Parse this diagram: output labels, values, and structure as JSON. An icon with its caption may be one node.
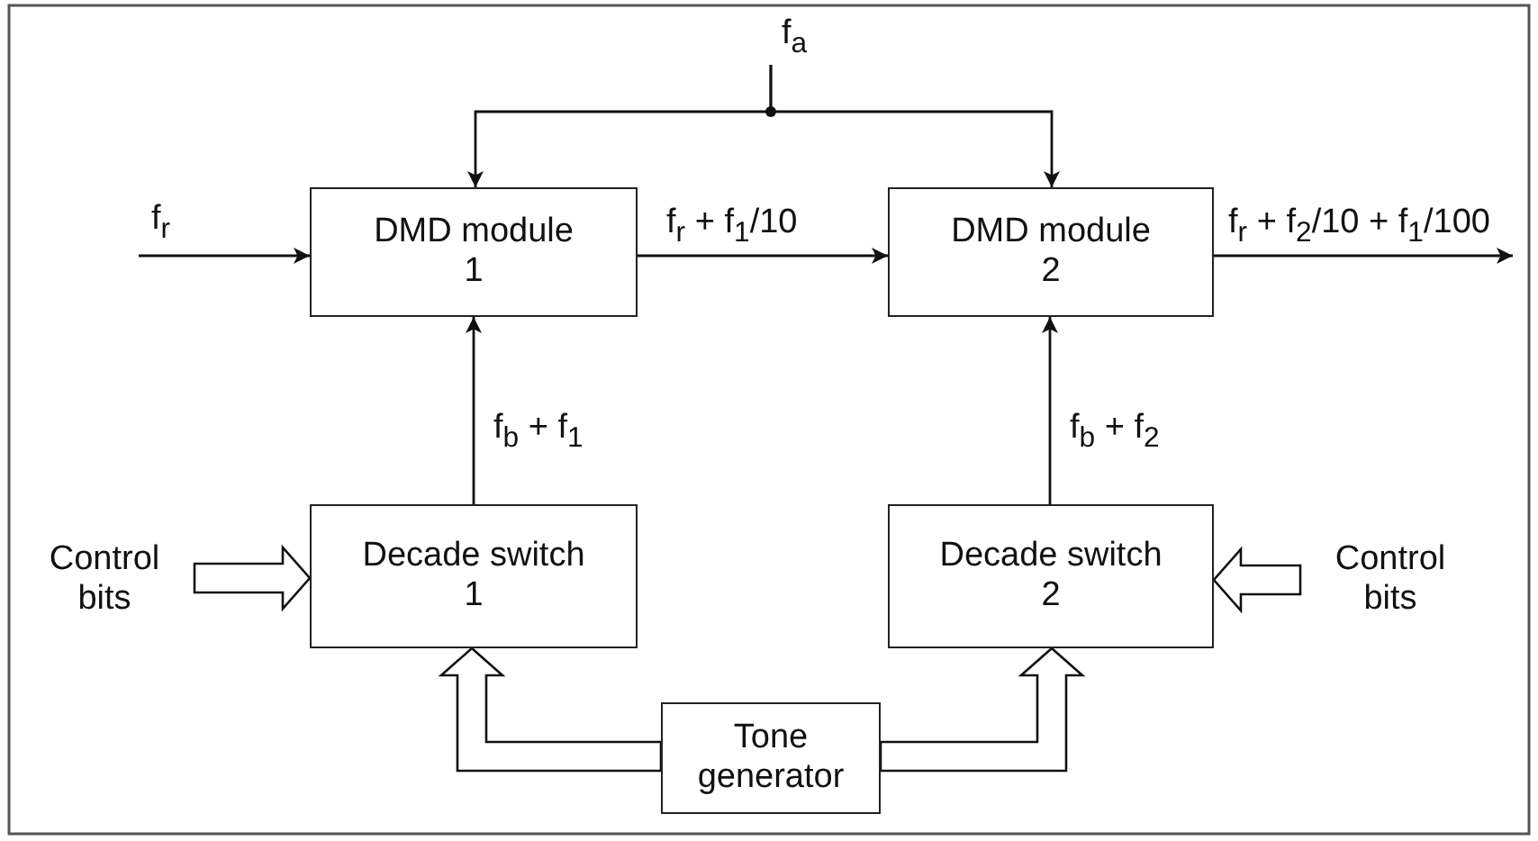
{
  "diagram": {
    "nodes": [
      {
        "text": [
          "f$_{a}$"
        ]
      },
      {
        "text": [
          "DMD module 1"
        ]
      },
      {
        "text": [
          "DMD module 2"
        ]
      },
      {
        "text": [
          "Control bits"
        ]
      },
      {
        "text": [
          "Decade switch 1"
        ]
      },
      {
        "text": [
          "Decade switch 2"
        ]
      },
      {
        "text": [
          "Control bits"
        ]
      },
      {
        "text": [
          "Tone generator"
        ]
      }
    ],
    "edges": [
      {
        "from": null,
        "to": 1,
        "arrow": "to",
        "label": "f$_{r}$"
      },
      {
        "from": 0,
        "to": 1,
        "arrow": "to"
      },
      {
        "from": 0,
        "to": 2,
        "arrow": "to"
      },
      {
        "from": 1,
        "to": 2,
        "arrow": "to",
        "label": "f$_{r}$ + f$_{1}$/10"
      },
      {
        "from": 2,
        "to": null,
        "arrow": "to",
        "label": "f$_{r}$ + f$_{2}$/10 + f$_{1}$/100"
      },
      {
        "from": 4,
        "to": 1,
        "arrow": "to",
        "label": "f$_{b}$ + f$_{1}$"
      },
      {
        "from": 5,
        "to": 2,
        "arrow": "to",
        "label": "f$_{b}$ + f$_{2}$"
      },
      {
        "from": 3,
        "to": 4,
        "arrow": "to",
        "style": "thick"
      },
      {
        "from": 6,
        "to": 5,
        "arrow": "to",
        "style": "thick"
      },
      {
        "from": 7,
        "to": 4,
        "arrow": "to",
        "style": "thick"
      },
      {
        "from": 7,
        "to": 5,
        "arrow": "to",
        "style": "thick"
      }
    ]
  }
}
